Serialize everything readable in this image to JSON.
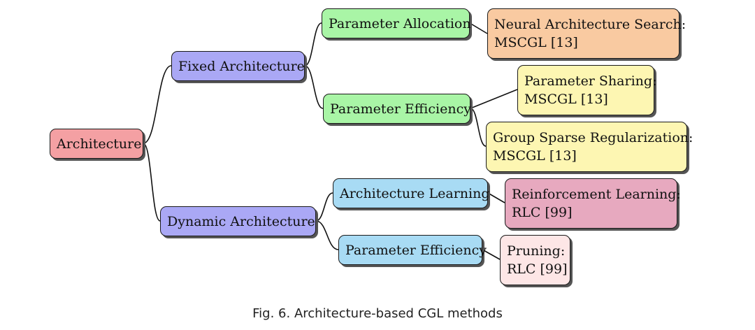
{
  "colors": {
    "root": "#f4a0a3",
    "level1": "#aaa8f5",
    "level2_fixed": "#a9f5a6",
    "level2_dynamic": "#a8dbf4",
    "leaf_nas": "#f9caa1",
    "leaf_fixed_eff": "#fdf6b2",
    "leaf_rl": "#e7a9bf",
    "leaf_pruning": "#fde6e6"
  },
  "nodes": {
    "root": {
      "label": "Architecture"
    },
    "fixed": {
      "label": "Fixed Architecture"
    },
    "dynamic": {
      "label": "Dynamic Architecture"
    },
    "param_alloc": {
      "label": "Parameter Allocation"
    },
    "param_eff_fixed": {
      "label": "Parameter Efficiency"
    },
    "arch_learning": {
      "label": "Architecture Learning"
    },
    "param_eff_dynamic": {
      "label": "Parameter Efficiency"
    },
    "nas": {
      "line1": "Neural Architecture Search:",
      "line2": "MSCGL [13]"
    },
    "sharing": {
      "line1": "Parameter Sharing:",
      "line2": "MSCGL [13]"
    },
    "gsr": {
      "line1": "Group Sparse Regularization:",
      "line2": "MSCGL [13]"
    },
    "rl": {
      "line1": "Reinforcement Learning:",
      "line2": "RLC [99]"
    },
    "pruning": {
      "line1": "Pruning:",
      "line2": "RLC [99]"
    }
  },
  "caption": "Fig. 6.  Architecture-based CGL methods"
}
